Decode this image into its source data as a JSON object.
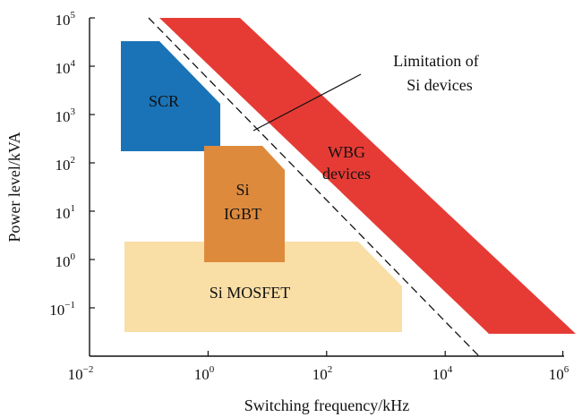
{
  "diagram": {
    "x_axis": {
      "label": "Switching frequency/kHz",
      "ticks": [
        {
          "base": "10",
          "exp": "−2",
          "value": -2
        },
        {
          "base": "10",
          "exp": "0",
          "value": 0
        },
        {
          "base": "10",
          "exp": "2",
          "value": 2
        },
        {
          "base": "10",
          "exp": "4",
          "value": 4
        },
        {
          "base": "10",
          "exp": "6",
          "value": 6
        }
      ]
    },
    "y_axis": {
      "label": "Power level/kVA",
      "ticks": [
        {
          "base": "10",
          "exp": "5",
          "value": 5
        },
        {
          "base": "10",
          "exp": "4",
          "value": 4
        },
        {
          "base": "10",
          "exp": "3",
          "value": 3
        },
        {
          "base": "10",
          "exp": "2",
          "value": 2
        },
        {
          "base": "10",
          "exp": "1",
          "value": 1
        },
        {
          "base": "10",
          "exp": "0",
          "value": 0
        },
        {
          "base": "10",
          "exp": "−1",
          "value": -1
        }
      ]
    },
    "regions": {
      "scr": {
        "label": "SCR",
        "color": "#1a73b7"
      },
      "igbt": {
        "line1": "Si",
        "line2": "IGBT",
        "color": "#de8a3d"
      },
      "mosfet": {
        "label": "Si MOSFET",
        "color": "#f9dea5"
      },
      "wbg": {
        "line1": "WBG",
        "line2": "devices",
        "color": "#e63b35"
      }
    },
    "limitation": {
      "line1": "Limitation of",
      "line2": "Si devices"
    }
  }
}
